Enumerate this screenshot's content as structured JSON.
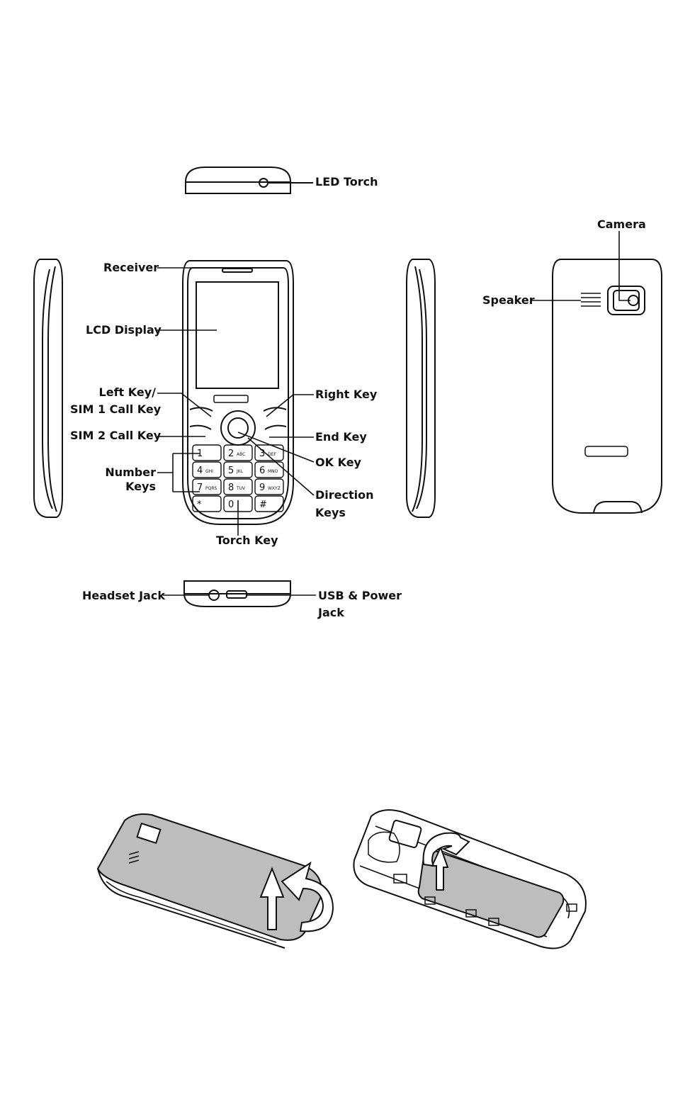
{
  "labels": {
    "led_torch": "LED Torch",
    "camera": "Camera",
    "receiver": "Receiver",
    "speaker": "Speaker",
    "lcd_display": "LCD Display",
    "left_key_line1": "Left Key/",
    "left_key_line2": "SIM 1 Call Key",
    "right_key": "Right Key",
    "sim2_call_key": "SIM 2 Call Key",
    "end_key": "End Key",
    "number_keys_line1": "Number",
    "number_keys_line2": "Keys",
    "ok_key": "OK Key",
    "direction_keys_line1": "Direction",
    "direction_keys_line2": "Keys",
    "torch_key": "Torch Key",
    "headset_jack": "Headset Jack",
    "usb_power_line1": "USB & Power",
    "usb_power_line2": "Jack"
  },
  "keypad": [
    {
      "digit": "1",
      "letters": ""
    },
    {
      "digit": "2",
      "letters": "ABC"
    },
    {
      "digit": "3",
      "letters": "DEF"
    },
    {
      "digit": "4",
      "letters": "GHI"
    },
    {
      "digit": "5",
      "letters": "JKL"
    },
    {
      "digit": "6",
      "letters": "MNO"
    },
    {
      "digit": "7",
      "letters": "PQRS"
    },
    {
      "digit": "8",
      "letters": "TUV"
    },
    {
      "digit": "9",
      "letters": "WXYZ"
    },
    {
      "digit": "*",
      "letters": ""
    },
    {
      "digit": "0",
      "letters": ""
    },
    {
      "digit": "#",
      "letters": ""
    }
  ],
  "colors": {
    "line": "#111111",
    "cover_fill": "#bdbdbd",
    "battery_fill": "#bdbdbd"
  }
}
